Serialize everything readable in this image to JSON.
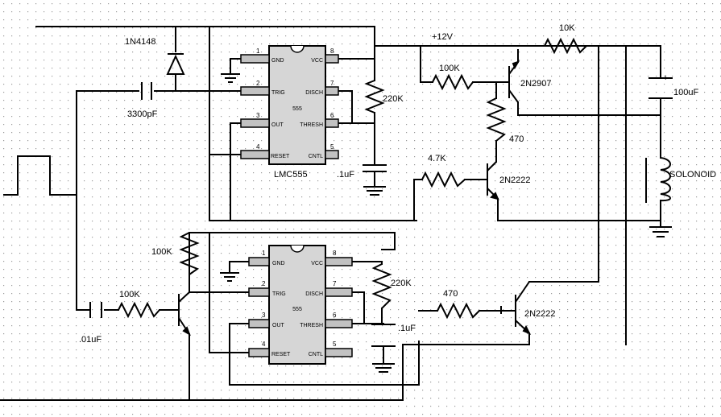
{
  "colors": {
    "wire": "#000000",
    "ic_fill": "#d6d6d6",
    "pin_fill": "#c2c2c2",
    "background": "#ffffff",
    "grid_dot": "#9a9a9a"
  },
  "labels": {
    "diode": "1N4148",
    "cap_trig": "3300pF",
    "supply": "+12V",
    "r_10k": "10K",
    "r_100k_top": "100K",
    "pnp": "2N2907",
    "cap_100uf": "100uF",
    "cap_100uf_plus": "+",
    "r_220k_top": "220K",
    "r_470_top": "470",
    "r_4k7": "4.7K",
    "npn_top": "2N2222",
    "solenoid": "SOLONOID",
    "ic_top_name": "LMC555",
    "cap_01uf_top": ".1uF",
    "r_100k_mid": "100K",
    "r_100k_in": "100K",
    "cap_in": ".01uF",
    "r_220k_bot": "220K",
    "r_470_bot": "470",
    "npn_bot": "2N2222",
    "cap_01uf_bot": ".1uF"
  },
  "ic_top": {
    "pins": {
      "p1": "1",
      "p2": "2",
      "p3": "3",
      "p4": "4",
      "p5": "5",
      "p6": "6",
      "p7": "7",
      "p8": "8"
    },
    "names": {
      "gnd": "GND",
      "trig": "TRIG",
      "out": "OUT",
      "reset": "RESET",
      "vcc": "VCC",
      "disch": "DISCH",
      "thresh": "THRESH",
      "cntl": "CNTL"
    },
    "center": "555"
  },
  "ic_bottom": {
    "pins": {
      "p1": "1",
      "p2": "2",
      "p3": "3",
      "p4": "4",
      "p5": "5",
      "p6": "6",
      "p7": "7",
      "p8": "8"
    },
    "names": {
      "gnd": "GND",
      "trig": "TRIG",
      "out": "OUT",
      "reset": "RESET",
      "vcc": "VCC",
      "disch": "DISCH",
      "thresh": "THRESH",
      "cntl": "CNTL"
    },
    "center": "555"
  }
}
